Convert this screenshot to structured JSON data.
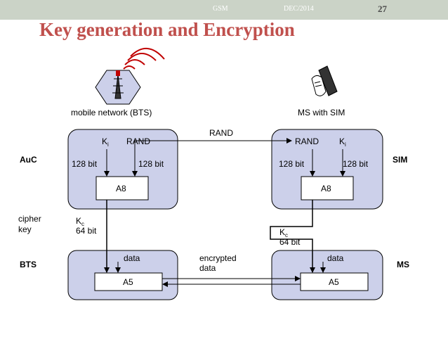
{
  "header": {
    "left": "GSM",
    "date": "DEC/2014",
    "page_number": "27"
  },
  "title": "Key generation and Encryption",
  "diagram": {
    "network_caption": "mobile network (BTS)",
    "ms_caption": "MS with SIM",
    "rand_link_label": "RAND",
    "auc": {
      "label": "AuC",
      "ki": "K",
      "ki_sub": "i",
      "rand": "RAND",
      "bits_left": "128 bit",
      "bits_right": "128 bit",
      "algorithm": "A8"
    },
    "sim": {
      "label": "SIM",
      "rand": "RAND",
      "ki": "K",
      "ki_sub": "i",
      "bits_left": "128 bit",
      "bits_right": "128 bit",
      "algorithm": "A8"
    },
    "cipher_key_label_line1": "cipher",
    "cipher_key_label_line2": "key",
    "kc_left": {
      "k": "K",
      "sub": "c",
      "bits": "64 bit"
    },
    "kc_right": {
      "k": "K",
      "sub": "c",
      "bits": "64 bit"
    },
    "bts": {
      "label": "BTS",
      "data": "data",
      "algorithm": "A5"
    },
    "ms": {
      "label": "MS",
      "data": "data",
      "algorithm": "A5"
    },
    "encrypted_line1": "encrypted",
    "encrypted_line2": "data"
  }
}
